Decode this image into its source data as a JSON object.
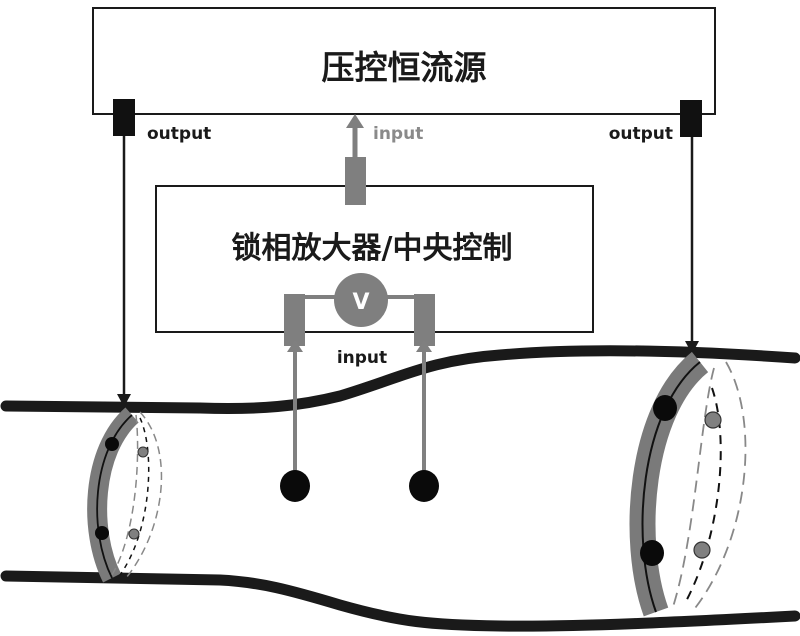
{
  "title_box": {
    "label": "压控恒流源"
  },
  "controller_box": {
    "label": "锁相放大器/中央控制"
  },
  "voltmeter": {
    "symbol": "V"
  },
  "labels": {
    "output_left": "output",
    "output_right": "output",
    "input_top": "input",
    "input_bottom": "input"
  },
  "colors": {
    "line": "#1a1a1a",
    "gray": "#808080",
    "electrode_band": "#7a7a7a"
  }
}
